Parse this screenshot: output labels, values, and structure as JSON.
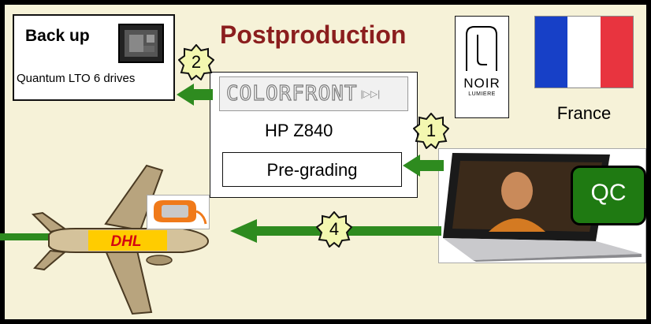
{
  "title": "Postproduction",
  "backup": {
    "heading": "Back up",
    "caption": "Quantum LTO 6 drives"
  },
  "workstation": {
    "brand": "COLORFRONT",
    "model": "HP Z840",
    "process": "Pre-grading"
  },
  "lab": {
    "logo_top": "NOIR",
    "logo_bottom": "LUMIERE"
  },
  "country": {
    "name": "France"
  },
  "qc": {
    "label": "QC"
  },
  "steps": [
    "1",
    "2",
    "4"
  ],
  "carrier": {
    "name": "DHL"
  },
  "colors": {
    "panel": "#f6f2d8",
    "arrow": "#2e8b1f",
    "title": "#8b1e1e",
    "qc": "#1f7a12",
    "burst": "#f3f7b0",
    "dhl_red": "#d40511",
    "dhl_yellow": "#ffcc00"
  }
}
